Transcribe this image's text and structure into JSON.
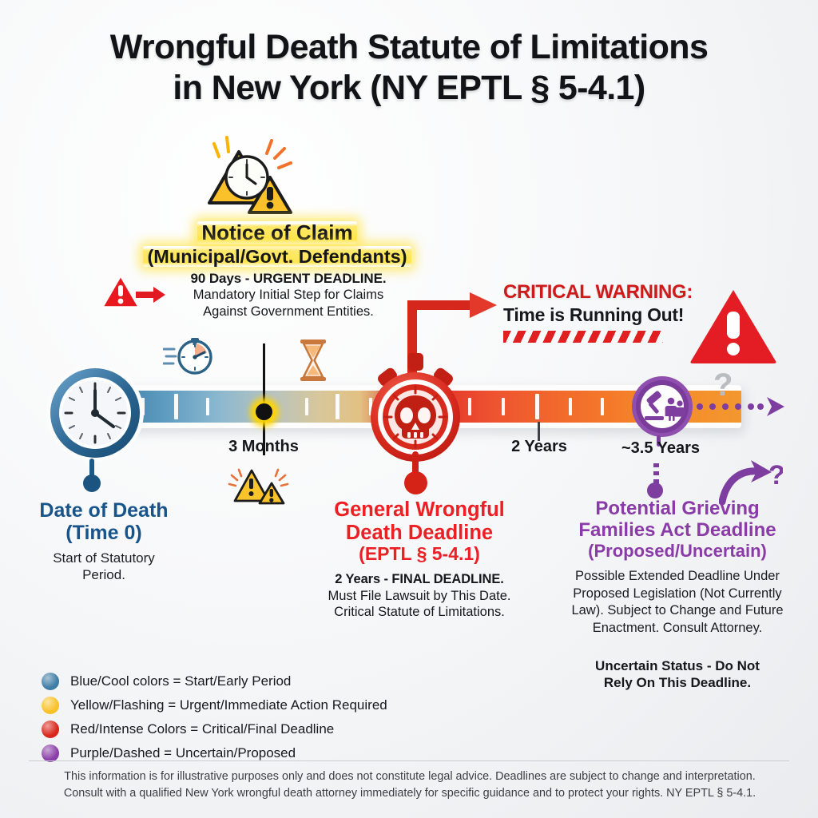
{
  "title": {
    "line1": "Wrongful Death Statute of Limitations",
    "line2": "in New York (NY EPTL § 5-4.1)"
  },
  "notice_of_claim": {
    "icon": "warning-clock-icon",
    "heading_line1": "Notice of Claim",
    "heading_line2": "(Municipal/Govt. Defendants)",
    "body_bold": "90 Days - URGENT DEADLINE.",
    "body_line2": "Mandatory Initial Step for Claims",
    "body_line3": "Against Government Entities."
  },
  "critical_warning": {
    "line1": "CRITICAL WARNING:",
    "line2": "Time is Running Out!",
    "icon": "red-warning-triangle-icon"
  },
  "timeline": {
    "markers": [
      {
        "key": "death",
        "label": "",
        "icon": "clock-icon",
        "color": "#1b5480"
      },
      {
        "key": "three_months",
        "label": "3 Months",
        "icon": "black-dot-marker",
        "color": "#ffd400"
      },
      {
        "key": "two_years",
        "label": "2 Years",
        "icon": "skull-stopwatch-icon",
        "color": "#d52318"
      },
      {
        "key": "three_point_five_years",
        "label": "~3.5 Years",
        "icon": "gavel-family-icon",
        "color": "#7e3ea0"
      }
    ],
    "decor_icons": [
      "blue-stopwatch-icon",
      "hourglass-icon",
      "yellow-warning-triangle-icon",
      "purple-dotted-arrow-icon",
      "question-mark-icon",
      "purple-curved-arrow-icon"
    ],
    "question_mark": "?"
  },
  "labels": {
    "death": {
      "heading_line1": "Date of Death",
      "heading_line2": "(Time 0)",
      "body_line1": "Start of Statutory",
      "body_line2": "Period."
    },
    "general": {
      "heading_line1": "General Wrongful",
      "heading_line2": "Death Deadline",
      "heading_line3": "(EPTL § 5-4.1)",
      "body_bold": "2 Years - FINAL DEADLINE.",
      "body_line2": "Must File Lawsuit by This Date.",
      "body_line3": "Critical Statute of Limitations."
    },
    "proposed": {
      "heading_line1": "Potential Grieving",
      "heading_line2": "Families Act Deadline",
      "heading_line3": "(Proposed/Uncertain)",
      "body": "Possible Extended Deadline Under Proposed Legislation (Not Currently Law). Subject to Change and Future Enactment. Consult Attorney.",
      "note_line1": "Uncertain Status - Do Not",
      "note_line2": "Rely On This Deadline."
    }
  },
  "legend": [
    {
      "color": "#3d7ca4",
      "text": "Blue/Cool colors = Start/Early Period"
    },
    {
      "color": "#f9c game",
      "text": ""
    }
  ],
  "legend_items": [
    {
      "color": "#3f7da5",
      "text": "Blue/Cool colors = Start/Early Period"
    },
    {
      "color": "#f9c22b",
      "text": "Yellow/Flashing = Urgent/Immediate Action Required"
    },
    {
      "color": "#d8261b",
      "text": "Red/Intense Colors = Critical/Final Deadline"
    },
    {
      "color": "#8b3fa8",
      "text": "Purple/Dashed = Uncertain/Proposed"
    }
  ],
  "footer": {
    "line1": "This information is for illustrative purposes only and does not constitute legal advice. Deadlines are subject to change and interpretation.",
    "line2": "Consult with a qualified New York wrongful death attorney immediately for specific guidance and to protect your rights. NY EPTL § 5-4.1."
  }
}
